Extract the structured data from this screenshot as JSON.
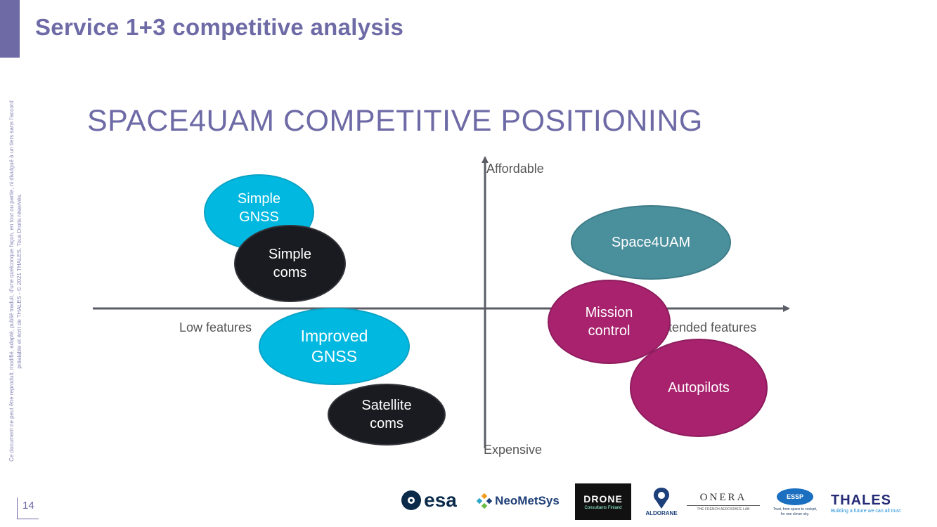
{
  "slide": {
    "title": "Service 1+3 competitive analysis",
    "subtitle": "SPACE4UAM COMPETITIVE POSITIONING",
    "page_number": "14",
    "side_note": "Ce document ne peut être reproduit, modifié, adapté, publié traduit, d'une quelconque façon, en tout ou partie, ni divulgué à un tiers sans l'accord préalable et écrit de THALES - © 2021 THALES. Tous Droits réservés."
  },
  "axes": {
    "top": "Affordable",
    "bottom": "Expensive",
    "left": "Low features",
    "right": "Extended features"
  },
  "bubbles": [
    {
      "id": "simple-gnss",
      "label": "Simple\nGNSS",
      "color": "#00b8e0"
    },
    {
      "id": "simple-coms",
      "label": "Simple\ncoms",
      "color": "#1a1b20"
    },
    {
      "id": "improved-gnss",
      "label": "Improved\nGNSS",
      "color": "#00b8e0"
    },
    {
      "id": "satellite-coms",
      "label": "Satellite\ncoms",
      "color": "#1a1b20"
    },
    {
      "id": "space4uam",
      "label": "Space4UAM",
      "color": "#4a8f9c"
    },
    {
      "id": "mission-control",
      "label": "Mission\ncontrol",
      "color": "#a8226e"
    },
    {
      "id": "autopilots",
      "label": "Autopilots",
      "color": "#a8226e"
    }
  ],
  "logos": {
    "esa": "esa",
    "neometsys": "NeoMetSys",
    "drone_main": "DRONE",
    "drone_sub": "Consultants Finland",
    "aldorane": "ALDORANE",
    "onera": "ONERA",
    "onera_sub": "THE FRENCH AEROSPACE LAB",
    "essp": "ESSP",
    "essp_sub": "Trust, from space to cockpit, for one clever sky.",
    "thales": "THALES",
    "thales_sub": "Building a future we can all trust"
  },
  "colors": {
    "accent": "#6d6aa6",
    "axis": "#5a5c66"
  }
}
